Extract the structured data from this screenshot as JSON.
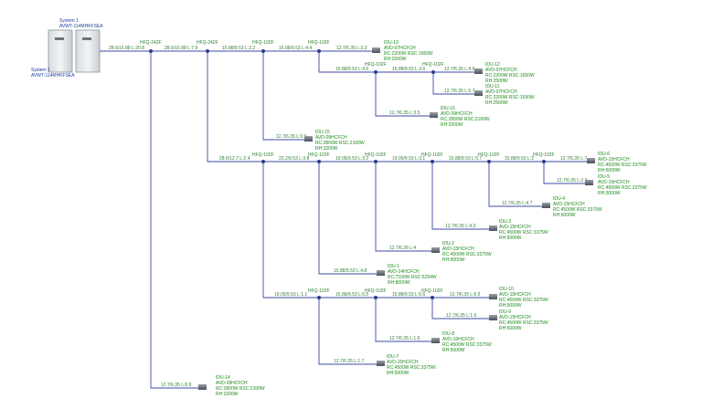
{
  "colors": {
    "pipe": "#3b4aa6",
    "label": "#2e7d32",
    "idu_text": "#1b8a1b",
    "system_text": "#1a3d9c"
  },
  "outdoor": {
    "top_label": [
      "System 1",
      "AVWT-114MHKFSEA"
    ],
    "bottom_label": [
      "System 1",
      "AVWT-114MHKFSEA"
    ]
  },
  "fittings": {
    "f1": "HFQ-242F",
    "f2": "HFQ-242F",
    "f3": "HFQ-102F",
    "f4": "HFQ-102F",
    "f5": "HFQ-102F",
    "f6": "HFQ-102F",
    "f7": "HFQ-102F",
    "f8": "HFQ-102F",
    "f9": "HFQ-102F",
    "f10": "HFQ-102F",
    "f11": "HFQ-102F",
    "f12": "HFQ-102F",
    "f13": "HFQ-102F",
    "f14": "HFQ-102F",
    "f15": "HFQ-102F"
  },
  "pipes": {
    "p1": "28.6/15.88 L:20.8",
    "p2": "28.6/15.88 L:7.9",
    "p3": "15.88/9.53 L:2.2",
    "p4": "15.88/9.53 L:4.4",
    "p5": "12.7/6.35 L:3.3",
    "p6": "15.88/9.53 L:4.5",
    "p7": "15.88/9.53 L:3.6",
    "p8": "12.7/6.35 L:4.6",
    "p9": "12.7/6.35 L:5.7",
    "p10": "12.7/6.35 L:3.5",
    "p11": "12.7/6.35 L:0.6",
    "p12": "28.6/12.7 L:2.4",
    "p13": "22.2/9.53 L:3.8",
    "p14": "19.05/9.53 L:3.2",
    "p15": "19.05/9.53 L:3.1",
    "p16": "15.88/9.53 L:5.7",
    "p17": "15.88/9.53 L:2",
    "p18": "12.7/6.35 L:7",
    "p19": "12.7/6.35 L:2.3",
    "p20": "12.7/6.35 L:4.7",
    "p21": "12.7/6.35 L:4.3",
    "p22": "12.7/6.35 L:4",
    "p23": "15.88/9.53 L:4.8",
    "p24": "19.05/9.53 L:1.1",
    "p25": "15.88/9.53 L:5.5",
    "p26": "15.88/9.53 L:6.6",
    "p27": "12.7/6.35 L:6.5",
    "p28": "12.7/6.35 L:1.6",
    "p29": "12.7/6.35 L:1.6",
    "p30": "12.7/6.35 L:1.7",
    "p31": "12.7/6.35 L:0.8"
  },
  "idus": {
    "idu13": [
      "IDU-13",
      "AVD-07HCFCH",
      "RC:2200W RSC:1650W",
      "RH:2500W"
    ],
    "idu12": [
      "IDU-12",
      "AVD-07HCFCH",
      "RC:2200W RSC:1650W",
      "RH:2500W"
    ],
    "idu11": [
      "IDU-11",
      "AVD-07HCFCH",
      "RC:2200W RSC:1650W",
      "RH:2500W"
    ],
    "idu16": [
      "IDU-16",
      "AVD-09HCFCH",
      "RC:2800W RSC:2100W",
      "RH:3200W"
    ],
    "idu15": [
      "IDU-15",
      "AVD-09HCFCH",
      "RC:2800W RSC:2100W",
      "RH:3200W"
    ],
    "idu6": [
      "IDU-6",
      "AVD-15HCFCH",
      "RC:4500W RSC:3375W",
      "RH:5000W"
    ],
    "idu5": [
      "IDU-5",
      "AVD-15HCFCH",
      "RC:4500W RSC:3375W",
      "RH:5000W"
    ],
    "idu4": [
      "IDU-4",
      "AVD-15HCFCH",
      "RC:4500W RSC:3375W",
      "RH:5000W"
    ],
    "idu3": [
      "IDU-3",
      "AVD-15HCFCH",
      "RC:4500W RSC:3375W",
      "RH:5000W"
    ],
    "idu2": [
      "IDU-2",
      "AVD-15HCFCH",
      "RC:4500W RSC:3375W",
      "RH:5000W"
    ],
    "idu1": [
      "IDU-1",
      "AVD-24HCFCH",
      "RC:7100W RSC:5254W",
      "RH:8000W"
    ],
    "idu10": [
      "IDU-10",
      "AVD-15HCFCH",
      "RC:4500W RSC:3375W",
      "RH:5000W"
    ],
    "idu9": [
      "IDU-9",
      "AVD-15HCFCH",
      "RC:4500W RSC:3375W",
      "RH:5000W"
    ],
    "idu8": [
      "IDU-8",
      "AVD-15HCFCH",
      "RC:4500W RSC:3375W",
      "RH:5000W"
    ],
    "idu7": [
      "IDU-7",
      "AVD-15HCFCH",
      "RC:4500W RSC:3375W",
      "RH:5000W"
    ],
    "idu14": [
      "IDU-14",
      "AVD-09HCFCH",
      "RC:2800W RSC:2100W",
      "RH:3200W"
    ]
  }
}
